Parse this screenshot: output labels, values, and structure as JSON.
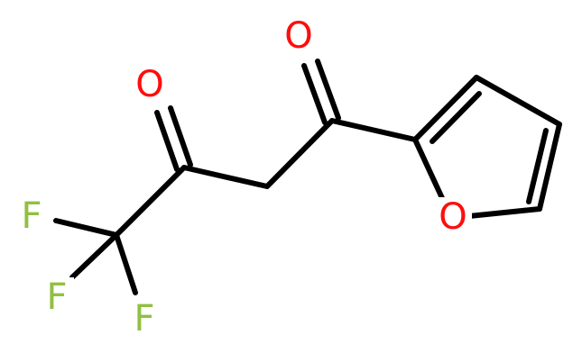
{
  "molecule": {
    "atoms": [
      {
        "id": "O1",
        "symbol": "O",
        "color": "#ff0d0d"
      },
      {
        "id": "O2",
        "symbol": "O",
        "color": "#ff0d0d"
      },
      {
        "id": "O3",
        "symbol": "O",
        "color": "#ff0d0d"
      },
      {
        "id": "F1",
        "symbol": "F",
        "color": "#90c040"
      },
      {
        "id": "F2",
        "symbol": "F",
        "color": "#90c040"
      },
      {
        "id": "F3",
        "symbol": "F",
        "color": "#90c040"
      }
    ],
    "bond_color": "#000000"
  }
}
